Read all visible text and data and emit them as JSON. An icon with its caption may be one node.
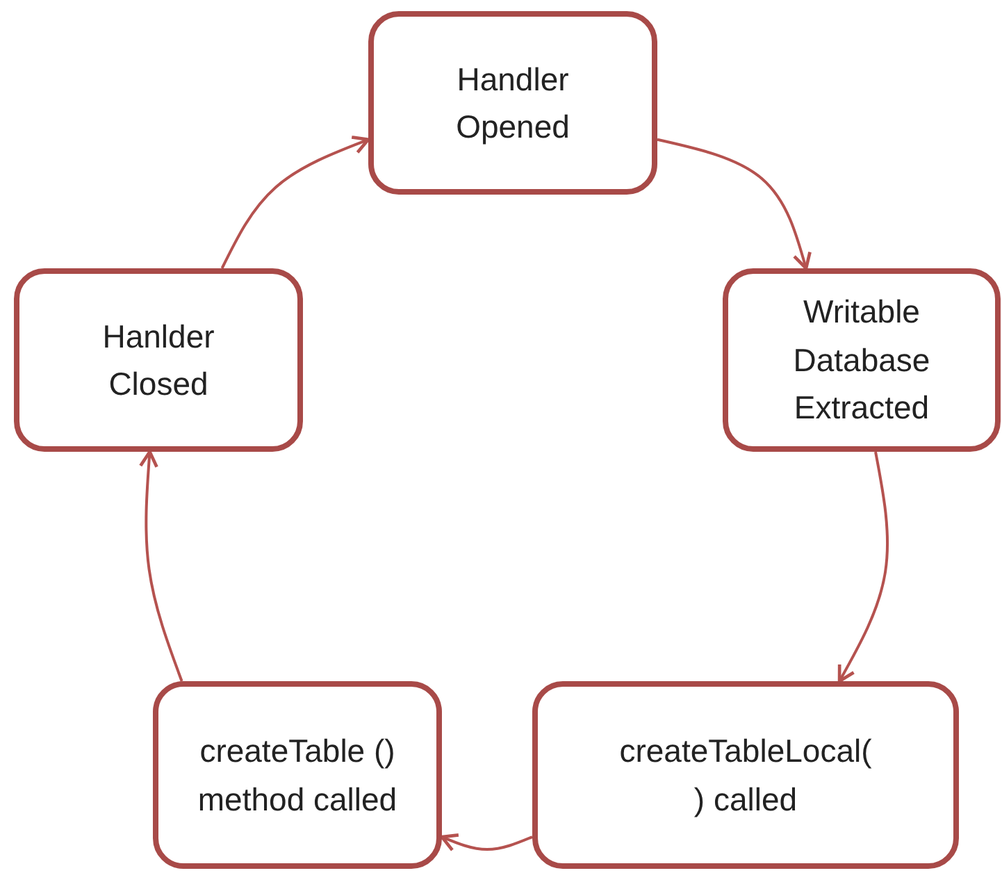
{
  "diagram": {
    "nodes": [
      {
        "text": [
          "Handler Opened"
        ]
      },
      {
        "text": [
          "Writable Database Extracted"
        ]
      },
      {
        "text": [
          "createTableLocal( ) called"
        ]
      },
      {
        "text": [
          "createTable () method called"
        ]
      },
      {
        "text": [
          "Hanlder Closed"
        ]
      }
    ],
    "edges": [
      {
        "from": 0,
        "to": 1,
        "arrow": "to"
      },
      {
        "from": 1,
        "to": 2,
        "arrow": "to"
      },
      {
        "from": 2,
        "to": 3,
        "arrow": "to"
      },
      {
        "from": 3,
        "to": 4,
        "arrow": "to"
      },
      {
        "from": 4,
        "to": 0,
        "arrow": "to"
      }
    ]
  }
}
